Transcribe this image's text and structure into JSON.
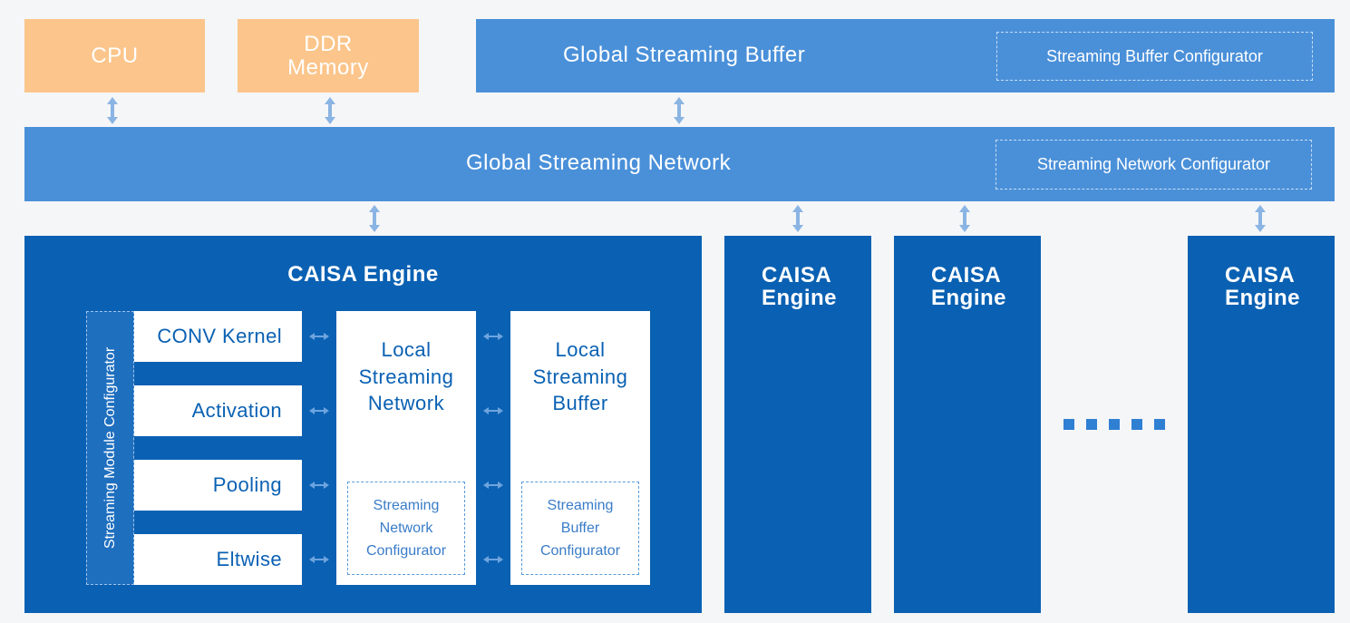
{
  "top": {
    "cpu": "CPU",
    "ddr_line1": "DDR",
    "ddr_line2": "Memory",
    "global_buffer": "Global Streaming Buffer",
    "buffer_configurator": "Streaming Buffer Configurator"
  },
  "network": {
    "title": "Global Streaming Network",
    "configurator": "Streaming Network Configurator"
  },
  "main_engine": {
    "title": "CAISA Engine",
    "module_configurator": "Streaming Module Configurator",
    "modules": [
      "CONV Kernel",
      "Activation",
      "Pooling",
      "Eltwise"
    ],
    "local_network": {
      "line1": "Local",
      "line2": "Streaming",
      "line3": "Network",
      "cfg_line1": "Streaming",
      "cfg_line2": "Network",
      "cfg_line3": "Configurator"
    },
    "local_buffer": {
      "line1": "Local",
      "line2": "Streaming",
      "line3": "Buffer",
      "cfg_line1": "Streaming",
      "cfg_line2": "Buffer",
      "cfg_line3": "Configurator"
    }
  },
  "side_engines": [
    {
      "line1": "CAISA",
      "line2": "Engine"
    },
    {
      "line1": "CAISA",
      "line2": "Engine"
    },
    {
      "line1": "CAISA",
      "line2": "Engine"
    }
  ],
  "colors": {
    "background": "#f5f6f8",
    "orange": "#fbc58b",
    "mid_blue": "#4a90d9",
    "dark_blue": "#0a61b3",
    "arrow": "#8ab4e3"
  },
  "icons": {
    "vertical_arrow": "double-headed-vertical-arrow",
    "horizontal_arrow": "double-headed-horizontal-arrow",
    "ellipsis": "ellipsis-squares"
  }
}
